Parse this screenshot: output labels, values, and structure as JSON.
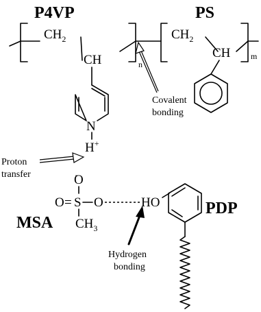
{
  "block_labels": {
    "p4vp": "P4VP",
    "ps": "PS"
  },
  "p4vp_unit": {
    "ch2": "CH",
    "ch2_sub": "2",
    "ch": "CH",
    "repeat": "n",
    "nitrogen": "N",
    "hydrogen": "H",
    "charge": "+"
  },
  "ps_unit": {
    "ch2": "CH",
    "ch2_sub": "2",
    "ch": "CH",
    "repeat": "m"
  },
  "annotations": {
    "covalent_line1": "Covalent",
    "covalent_line2": "bonding",
    "proton_line1": "Proton",
    "proton_line2": "transfer",
    "hydrogen_line1": "Hydrogen",
    "hydrogen_line2": "bonding"
  },
  "msa": {
    "label": "MSA",
    "o_top": "O",
    "o_top_charge": "-",
    "o_left": "O",
    "eq": "=",
    "sulfur": "S",
    "o_right": "O",
    "methyl": "CH",
    "methyl_sub": "3"
  },
  "pdp": {
    "label": "PDP",
    "ho": "HO"
  }
}
